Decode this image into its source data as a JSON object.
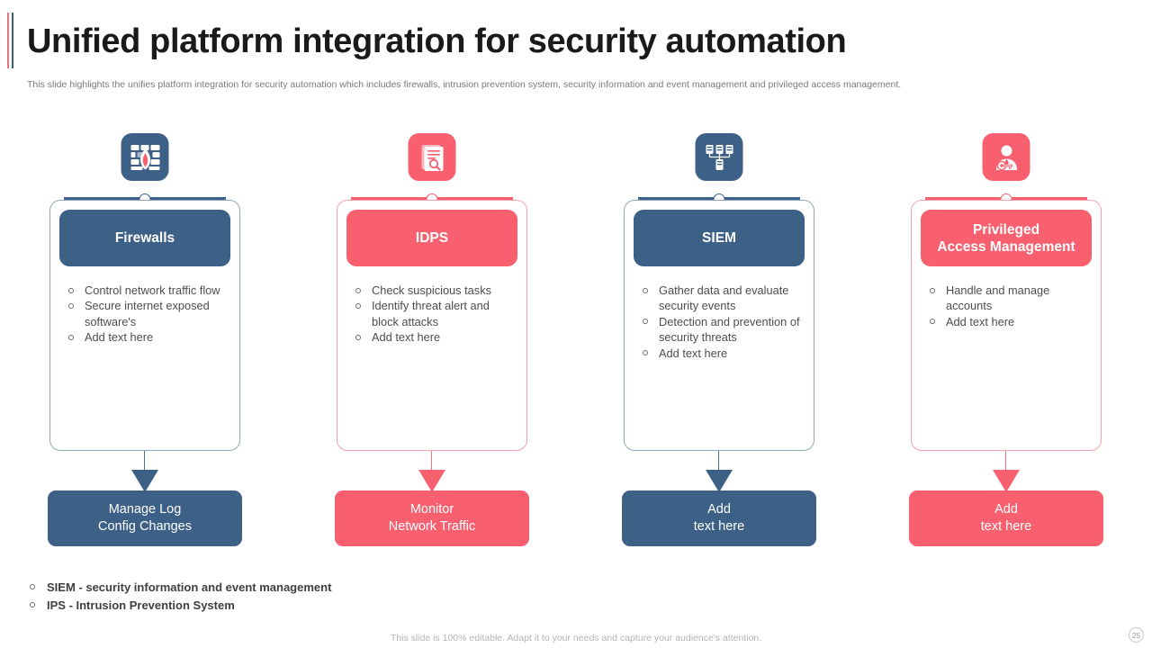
{
  "header": {
    "title": "Unified platform integration for security automation",
    "subtitle": "This slide highlights the unifies platform integration for security automation which includes firewalls, intrusion prevention system, security information and event management and privileged access management."
  },
  "colors": {
    "blue": "#3d6087",
    "red": "#f8606f",
    "card_border_blue": "#8fa8bd",
    "card_border_red": "#f4a3ab",
    "title_text": "#1a1a1a",
    "body_text": "#4d4d4d",
    "muted_text": "#b4b4b4"
  },
  "columns": [
    {
      "icon": "firewall-brickwall-flame-icon",
      "theme": "blue",
      "heading": "Firewalls",
      "bullets": [
        "Control network traffic flow",
        "Secure internet exposed software's",
        "Add text here"
      ],
      "outcome": "Manage Log\nConfig Changes"
    },
    {
      "icon": "intrusion-detection-report-icon",
      "theme": "red",
      "heading": "IDPS",
      "bullets": [
        "Check suspicious tasks",
        "Identify threat alert and block attacks",
        "Add text here"
      ],
      "outcome": "Monitor\nNetwork Traffic"
    },
    {
      "icon": "siem-server-network-icon",
      "theme": "blue",
      "heading": "SIEM",
      "bullets": [
        "Gather data and evaluate security events",
        "Detection and prevention of security threats",
        "Add text here"
      ],
      "outcome": "Add\ntext here"
    },
    {
      "icon": "privileged-access-user-key-icon",
      "theme": "red",
      "heading": "Privileged\nAccess Management",
      "bullets": [
        "Handle and manage accounts",
        "Add text here"
      ],
      "outcome": "Add\ntext here"
    }
  ],
  "legend": [
    "SIEM - security information and event management",
    "IPS -   Intrusion Prevention System"
  ],
  "footer": {
    "note": "This slide is 100% editable. Adapt it to your needs and capture your audience's attention.",
    "page_number": "25"
  }
}
